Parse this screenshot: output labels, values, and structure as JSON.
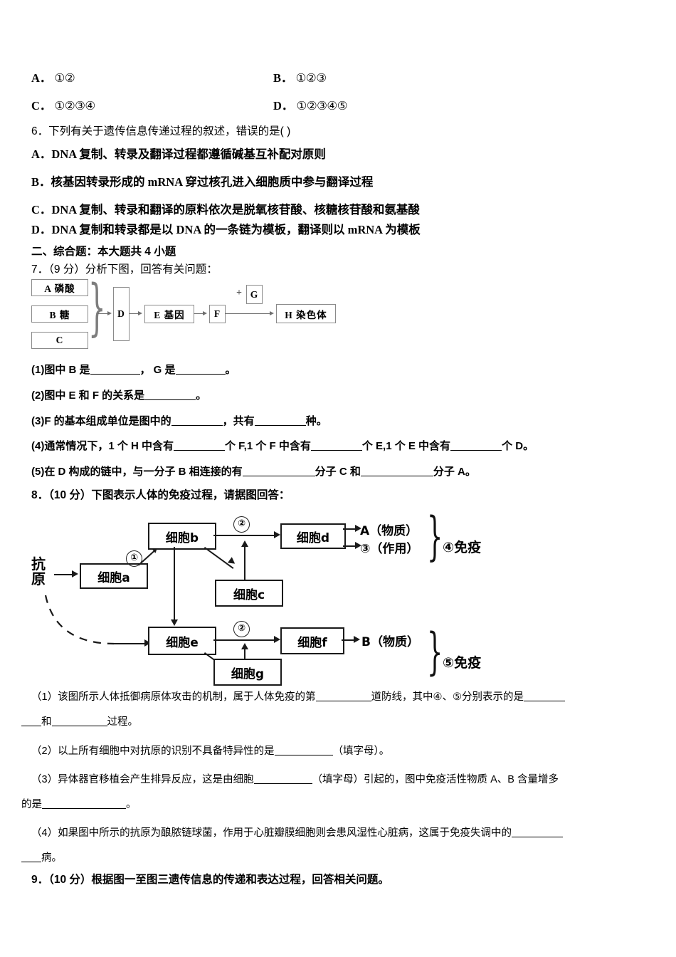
{
  "q5_options": [
    {
      "label": "A．",
      "text": "①②"
    },
    {
      "label": "B．",
      "text": "①②③"
    },
    {
      "label": "C．",
      "text": "①②③④"
    },
    {
      "label": "D．",
      "text": "①②③④⑤"
    }
  ],
  "q6": {
    "stem": "6．下列有关于遗传信息传递过程的叙述，错误的是(        )",
    "options": [
      {
        "label": "A．",
        "text": "DNA 复制、转录及翻译过程都遵循碱基互补配对原则"
      },
      {
        "label": "B．",
        "text": "核基因转录形成的 mRNA 穿过核孔进入细胞质中参与翻译过程"
      },
      {
        "label": "C．",
        "text": "DNA 复制、转录和翻译的原料依次是脱氧核苷酸、核糖核苷酸和氨基酸"
      },
      {
        "label": "D．",
        "text": "DNA 复制和转录都是以 DNA 的一条链为模板，翻译则以 mRNA 为模板"
      }
    ]
  },
  "section2": {
    "heading": "二、综合题：本大题共 4 小题"
  },
  "q7": {
    "stem": "7．（9 分）分析下图，回答有关问题：",
    "diagram": {
      "left_boxes": [
        "A 磷酸",
        "B 糖",
        "C"
      ],
      "node_d": "D",
      "node_e": "E 基因",
      "node_f": "F",
      "node_g": "G",
      "plus": "+",
      "node_h": "H 染色体"
    },
    "items": [
      {
        "pre": "(1)图中 B 是",
        "mid": "，  G 是",
        "post": "。",
        "u1": 70,
        "u2": 70
      },
      {
        "pre": "(2)图中 E 和 F 的关系是",
        "mid": "",
        "post": "。",
        "u1": 72,
        "u2": 0
      },
      {
        "pre": "(3)F 的基本组成单位是图中的",
        "mid": "，共有",
        "post": "种。",
        "u1": 72,
        "u2": 72
      },
      {
        "pre": "(4)通常情况下，1 个 H 中含有",
        "mid": "个 F,1 个 F 中含有",
        "post": "个 E,1 个 E 中含有",
        "tail": "个 D。"
      },
      {
        "pre": "(5)在 D 构成的链中，与一分子 B 相连接的有",
        "mid": "分子 C 和",
        "post": "分子 A。"
      }
    ]
  },
  "q8": {
    "stem": "8．（10 分）下图表示人体的免疫过程，请据图回答：",
    "diagram": {
      "antigen": "抗原",
      "cell_a": "细胞a",
      "cell_b": "细胞b",
      "cell_c": "细胞c",
      "cell_d": "细胞d",
      "cell_e": "细胞e",
      "cell_f": "细胞f",
      "cell_g": "细胞g",
      "num1": "①",
      "num2_top": "②",
      "num2_bottom": "②",
      "out_a": "A（物质）",
      "out_a2": "③（作用）",
      "out_b": "B（物质）",
      "brace_top_label": "④免疫",
      "brace_bottom_label": "⑤免疫"
    },
    "items": [
      {
        "segments": [
          "（1）该图所示人体抵御病原体攻击的机制，属于人体免疫的第",
          "道防线，其中④、⑤分别表示的是"
        ],
        "line2": [
          "和",
          "过程。"
        ]
      },
      {
        "line": [
          "（2）以上所有细胞中对抗原的识别不具备特异性的是",
          "（填字母）。"
        ]
      },
      {
        "line": [
          "（3）异体器官移植会产生排异反应，这是由细胞",
          "（填字母）引起的，图中免疫活性物质 A、B 含量增多"
        ],
        "line2": [
          "的是",
          "。"
        ]
      },
      {
        "line": [
          "（4）如果图中所示的抗原为酿脓链球菌，作用于心脏瓣膜细胞则会患风湿性心脏病，这属于免疫失调中的"
        ],
        "line2": [
          "病。"
        ]
      }
    ]
  },
  "q9": {
    "stem": "9．（10 分）根据图一至图三遗传信息的传递和表达过程，回答相关问题。"
  }
}
